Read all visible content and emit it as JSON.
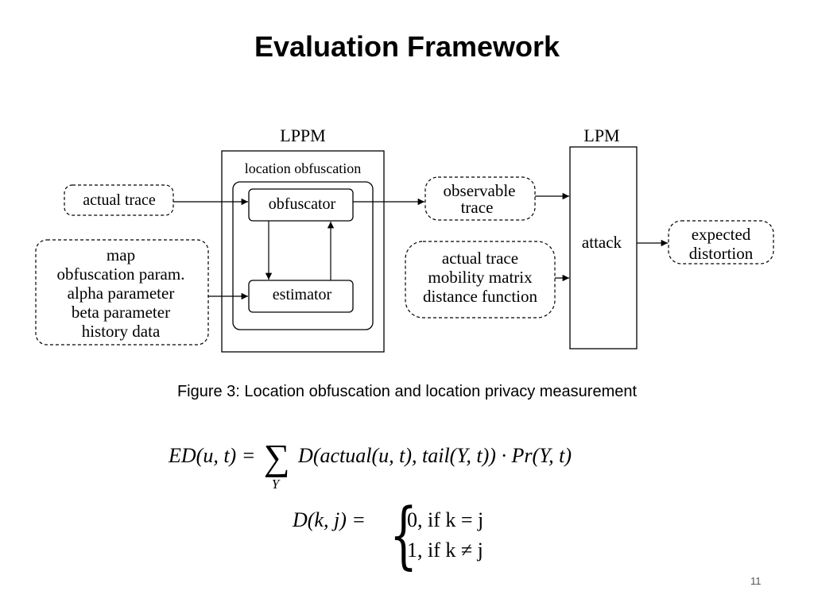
{
  "title": "Evaluation Framework",
  "diagram": {
    "lppm_label": "LPPM",
    "lpm_label": "LPM",
    "location_obfuscation": "location obfuscation",
    "obfuscator": "obfuscator",
    "estimator": "estimator",
    "actual_trace_input": "actual trace",
    "inputs": [
      "map",
      "obfuscation param.",
      "alpha parameter",
      "beta parameter",
      "history data"
    ],
    "observable_trace": [
      "observable",
      "trace"
    ],
    "adversary_knowledge": [
      "actual trace",
      "mobility matrix",
      "distance function"
    ],
    "attack": "attack",
    "expected_distortion": [
      "expected",
      "distortion"
    ]
  },
  "caption": "Figure 3: Location obfuscation and location privacy measurement",
  "equations": {
    "ed_lhs": "ED(u, t) =",
    "ed_sum_sub": "Y",
    "ed_rhs": "D(actual(u, t), tail(Y, t)) · Pr(Y, t)",
    "d_lhs": "D(k, j) =",
    "case1": "0,   if k = j",
    "case2": "1,   if k ≠ j"
  },
  "page_number": "11"
}
